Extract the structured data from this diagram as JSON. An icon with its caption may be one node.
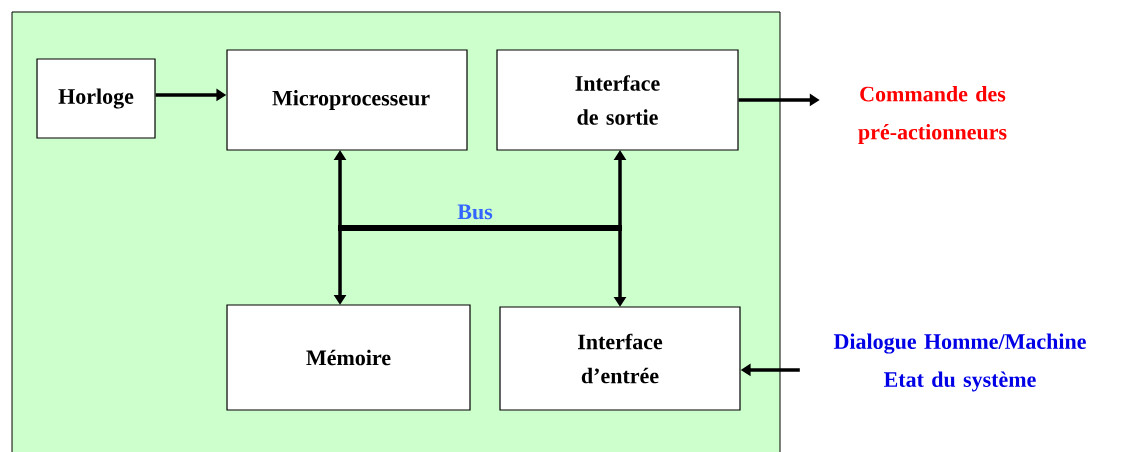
{
  "diagram": {
    "nodes": [
      {
        "text": [],
        "shape": "box"
      },
      {
        "text": [
          "Horloge"
        ],
        "in": 0
      },
      {
        "text": [
          "Microprocesseur"
        ],
        "in": 0
      },
      {
        "text": [
          "Interface de sortie"
        ],
        "in": 0
      },
      {
        "text": [
          "Mémoire"
        ],
        "in": 0
      },
      {
        "text": [
          "Interface d’entrée"
        ],
        "in": 0
      },
      {
        "text": [
          "Bus"
        ],
        "in": 0
      },
      {
        "text": [
          "Commande des pré-actionneurs"
        ]
      },
      {
        "text": [
          "Dialogue Homme/Machine Etat du système"
        ]
      }
    ],
    "edges": [
      {
        "from": 1,
        "to": 2,
        "arrow": "to"
      },
      {
        "from": 6,
        "to": 2,
        "arrow": "to"
      },
      {
        "from": 6,
        "to": 4,
        "arrow": "to"
      },
      {
        "from": 6,
        "to": 3,
        "arrow": "to"
      },
      {
        "from": 6,
        "to": 5,
        "arrow": "to"
      },
      {
        "from": 3,
        "to": 7,
        "arrow": "to"
      },
      {
        "from": 8,
        "to": 5,
        "arrow": "to"
      }
    ]
  }
}
